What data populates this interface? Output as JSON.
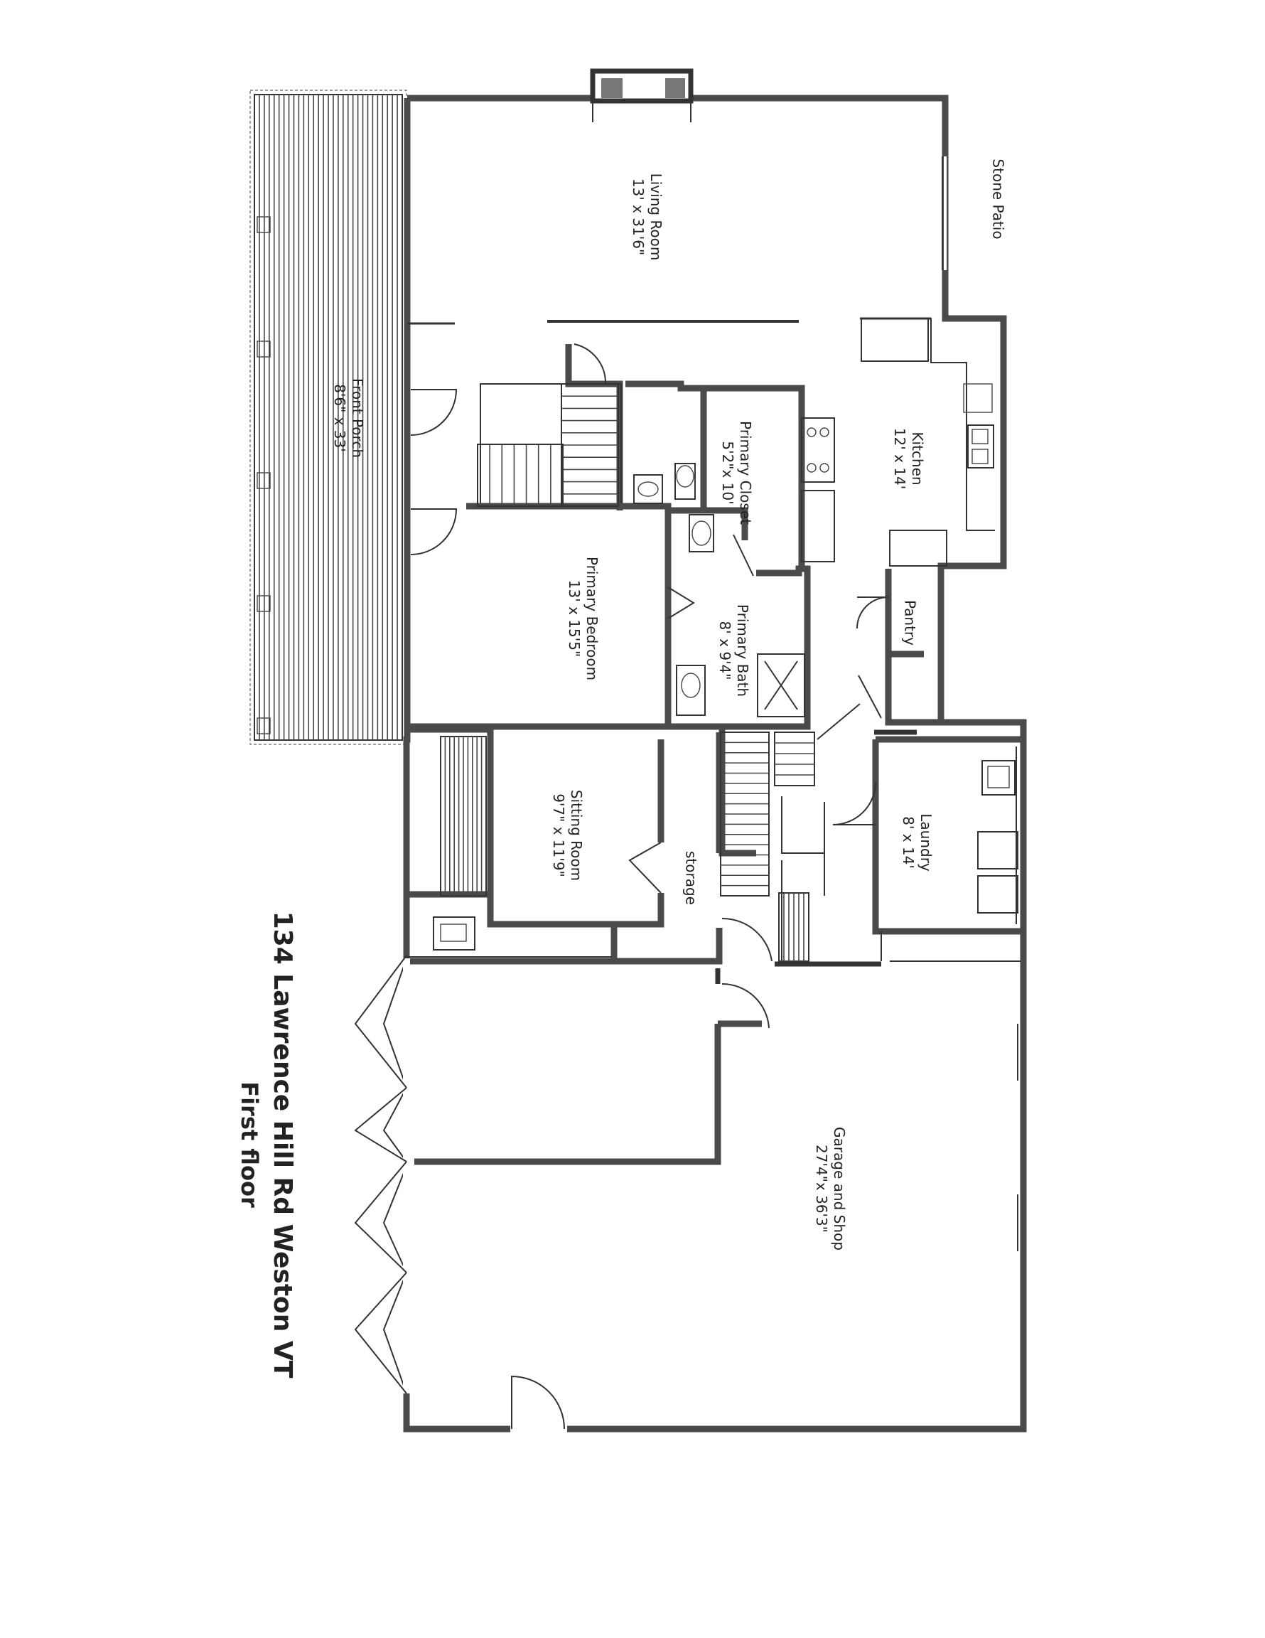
{
  "plan": {
    "title": "134 Lawrence Hill Rd  Weston VT",
    "subtitle": "First floor"
  },
  "rooms": {
    "living_room": {
      "name": "Living Room",
      "size": "13' x 31'6\""
    },
    "front_porch": {
      "name": "Front Porch",
      "size": "8'6\" x 33'"
    },
    "stone_patio": {
      "name": "Stone Patio"
    },
    "kitchen": {
      "name": "Kitchen",
      "size": "12' x 14'"
    },
    "primary_closet": {
      "name": "Primary Closet",
      "size": "5'2\"x 10'"
    },
    "primary_bedroom": {
      "name": "Primary Bedroom",
      "size": "13' x 15'5\""
    },
    "primary_bath": {
      "name": "Primary Bath",
      "size": "8' x 9'4\""
    },
    "pantry": {
      "name": "Pantry"
    },
    "laundry": {
      "name": "Laundry",
      "size": "8' x 14'"
    },
    "sitting_room": {
      "name": "Sitting Room",
      "size": "9'7\" x 11'9\""
    },
    "storage": {
      "name": "storage"
    },
    "garage": {
      "name": "Garage and Shop",
      "size": "27'4\"x 36'3\""
    }
  },
  "colors": {
    "wall": "#4a4a4a",
    "line": "#333333",
    "background": "#ffffff"
  }
}
